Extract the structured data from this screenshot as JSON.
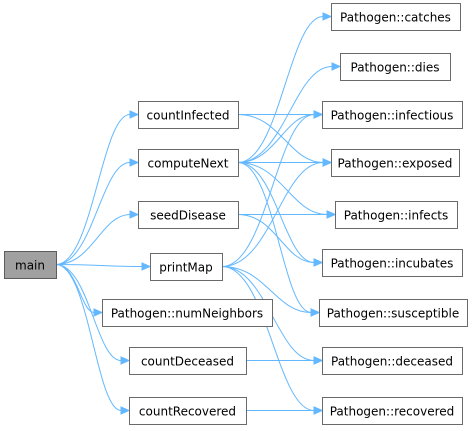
{
  "graph": {
    "edge_color": "#63b8ff",
    "node_fill": "#ffffff",
    "root_fill": "#a0a0a0",
    "nodes": [
      {
        "id": "main",
        "label": "main",
        "root": true
      },
      {
        "id": "countInfected",
        "label": "countInfected"
      },
      {
        "id": "computeNext",
        "label": "computeNext"
      },
      {
        "id": "seedDisease",
        "label": "seedDisease"
      },
      {
        "id": "printMap",
        "label": "printMap"
      },
      {
        "id": "numNeighbors",
        "label": "Pathogen::numNeighbors"
      },
      {
        "id": "countDeceased",
        "label": "countDeceased"
      },
      {
        "id": "countRecovered",
        "label": "countRecovered"
      },
      {
        "id": "catches",
        "label": "Pathogen::catches"
      },
      {
        "id": "dies",
        "label": "Pathogen::dies"
      },
      {
        "id": "infectious",
        "label": "Pathogen::infectious"
      },
      {
        "id": "exposed",
        "label": "Pathogen::exposed"
      },
      {
        "id": "infects",
        "label": "Pathogen::infects"
      },
      {
        "id": "incubates",
        "label": "Pathogen::incubates"
      },
      {
        "id": "susceptible",
        "label": "Pathogen::susceptible"
      },
      {
        "id": "deceased",
        "label": "Pathogen::deceased"
      },
      {
        "id": "recovered",
        "label": "Pathogen::recovered"
      }
    ],
    "edges": [
      {
        "from": "main",
        "to": "countInfected"
      },
      {
        "from": "main",
        "to": "computeNext"
      },
      {
        "from": "main",
        "to": "seedDisease"
      },
      {
        "from": "main",
        "to": "printMap"
      },
      {
        "from": "main",
        "to": "numNeighbors"
      },
      {
        "from": "main",
        "to": "countDeceased"
      },
      {
        "from": "main",
        "to": "countRecovered"
      },
      {
        "from": "countInfected",
        "to": "infectious"
      },
      {
        "from": "countInfected",
        "to": "exposed"
      },
      {
        "from": "computeNext",
        "to": "catches"
      },
      {
        "from": "computeNext",
        "to": "dies"
      },
      {
        "from": "computeNext",
        "to": "infectious"
      },
      {
        "from": "computeNext",
        "to": "exposed"
      },
      {
        "from": "computeNext",
        "to": "infects"
      },
      {
        "from": "computeNext",
        "to": "incubates"
      },
      {
        "from": "computeNext",
        "to": "susceptible"
      },
      {
        "from": "seedDisease",
        "to": "infects"
      },
      {
        "from": "seedDisease",
        "to": "incubates"
      },
      {
        "from": "printMap",
        "to": "infectious"
      },
      {
        "from": "printMap",
        "to": "exposed"
      },
      {
        "from": "printMap",
        "to": "susceptible"
      },
      {
        "from": "printMap",
        "to": "deceased"
      },
      {
        "from": "printMap",
        "to": "recovered"
      },
      {
        "from": "countDeceased",
        "to": "deceased"
      },
      {
        "from": "countRecovered",
        "to": "recovered"
      }
    ]
  }
}
